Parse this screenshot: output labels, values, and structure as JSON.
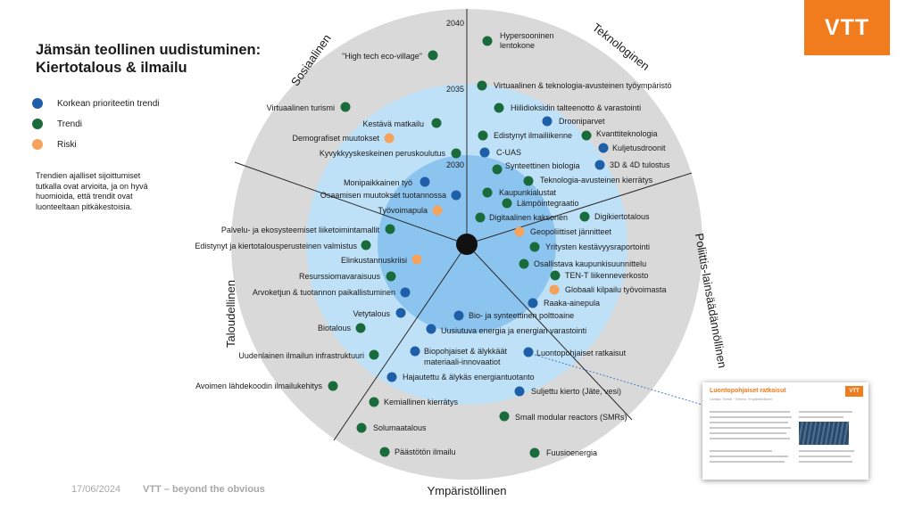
{
  "title": {
    "line1": "Jämsän teollinen uudistuminen:",
    "line2": "Kiertotalous & ilmailu"
  },
  "legend": [
    {
      "label": "Korkean prioriteetin trendi",
      "color": "#1f5fa8"
    },
    {
      "label": "Trendi",
      "color": "#1a6b3c"
    },
    {
      "label": "Riski",
      "color": "#f5a25d"
    }
  ],
  "note": "Trendien ajalliset sijoittumiset tutkalla ovat arvioita, ja on hyvä huomioida, että trendit ovat luonteeltaan pitkäkestoisia.",
  "logo": "VTT",
  "footer": {
    "date": "17/06/2024",
    "tagline": "VTT – beyond the obvious"
  },
  "colors": {
    "high_priority": "#1f5fa8",
    "trend": "#1a6b3c",
    "risk": "#f5a25d",
    "ring_outer": "#d9d9d9",
    "ring_middle": "#bfe1f7",
    "ring_inner": "#8cc4f0",
    "brand": "#f07c1e"
  },
  "years": [
    "2040",
    "2035",
    "2030"
  ],
  "sectors": [
    "Sosiaalinen",
    "Teknologinen",
    "Poliittis-lainsäädännöllinen",
    "Ympäristöllinen",
    "Taloudellinen"
  ],
  "trends": [
    {
      "label": "Hypersooninen",
      "label2": "lentokone",
      "type": "trend"
    },
    {
      "label": "Virtuaalinen & teknologia-avusteinen työympäristö",
      "type": "trend"
    },
    {
      "label": "Hiilidioksidin talteenotto & varastointi",
      "type": "trend"
    },
    {
      "label": "Drooniparvet",
      "type": "high"
    },
    {
      "label": "Edistynyt ilmailiikenne",
      "type": "trend"
    },
    {
      "label": "Kvanttiteknologia",
      "type": "trend"
    },
    {
      "label": "C-UAS",
      "type": "high"
    },
    {
      "label": "Kuljetusdroonit",
      "type": "high"
    },
    {
      "label": "3D & 4D tulostus",
      "type": "high"
    },
    {
      "label": "Synteettinen biologia",
      "type": "trend"
    },
    {
      "label": "Teknologia-avusteinen kierrätys",
      "type": "trend"
    },
    {
      "label": "Kaupunkialustat",
      "type": "trend"
    },
    {
      "label": "Lämpöintegraatio",
      "type": "trend"
    },
    {
      "label": "Digitaalinen kaksonen",
      "type": "trend"
    },
    {
      "label": "Digikiertotalous",
      "type": "trend"
    },
    {
      "label": "Geopoliittiset jännitteet",
      "type": "risk"
    },
    {
      "label": "Yritysten kestävyysraportointi",
      "type": "trend"
    },
    {
      "label": "Osallistava kaupunkisuunnittelu",
      "type": "trend"
    },
    {
      "label": "TEN-T liikenneverkosto",
      "type": "trend"
    },
    {
      "label": "Globaali kilpailu työvoimasta",
      "type": "risk"
    },
    {
      "label": "Raaka-ainepula",
      "type": "high"
    },
    {
      "label": "Bio- ja synteettinen polttoaine",
      "type": "high"
    },
    {
      "label": "Uusiutuva energia ja energian varastointi",
      "type": "high"
    },
    {
      "label": "Biopohjaiset & älykkäät",
      "label2": "materiaali-innovaatiot",
      "type": "high"
    },
    {
      "label": "Luontopohjaiset ratkaisut",
      "type": "high"
    },
    {
      "label": "Hajautettu & älykäs energiantuotanto",
      "type": "high"
    },
    {
      "label": "Suljettu kierto (Jäte, vesi)",
      "type": "high"
    },
    {
      "label": "Kemiallinen kierrätys",
      "type": "trend"
    },
    {
      "label": "Small modular reactors (SMRs)",
      "type": "trend"
    },
    {
      "label": "Solumaatalous",
      "type": "trend"
    },
    {
      "label": "Päästötön ilmailu",
      "type": "trend"
    },
    {
      "label": "Fuusioenergia",
      "type": "trend"
    },
    {
      "label": "\"High tech eco-village\"",
      "type": "trend"
    },
    {
      "label": "Virtuaalinen turismi",
      "type": "trend"
    },
    {
      "label": "Kestävä matkailu",
      "type": "trend"
    },
    {
      "label": "Demografiset muutokset",
      "type": "risk"
    },
    {
      "label": "Kyvykkyyskeskeinen peruskoulutus",
      "type": "trend"
    },
    {
      "label": "Monipaikkainen työ",
      "type": "high"
    },
    {
      "label": "Osaamisen muutokset tuotannossa",
      "type": "high"
    },
    {
      "label": "Työvoimapula",
      "type": "risk"
    },
    {
      "label": "Palvelu- ja ekosysteemiset liiketoimintamallit",
      "type": "trend"
    },
    {
      "label": "Edistynyt ja kiertotalousperusteinen valmistus",
      "type": "trend"
    },
    {
      "label": "Elinkustannuskriisi",
      "type": "risk"
    },
    {
      "label": "Resurssiomavaraisuus",
      "type": "trend"
    },
    {
      "label": "Arvoketjun & tuotannon paikallistuminen",
      "type": "high"
    },
    {
      "label": "Vetytalous",
      "type": "high"
    },
    {
      "label": "Biotalous",
      "type": "trend"
    },
    {
      "label": "Uudenlainen ilmailun infrastruktuuri",
      "type": "trend"
    },
    {
      "label": "Avoimen lähdekoodin ilmailukehitys",
      "type": "trend"
    }
  ],
  "thumbnail": {
    "title": "Luontopohjaiset ratkaisut",
    "logo": "VTT",
    "subtitle": "Laatija: Trendi · Teema: Ympäristöllinen"
  }
}
